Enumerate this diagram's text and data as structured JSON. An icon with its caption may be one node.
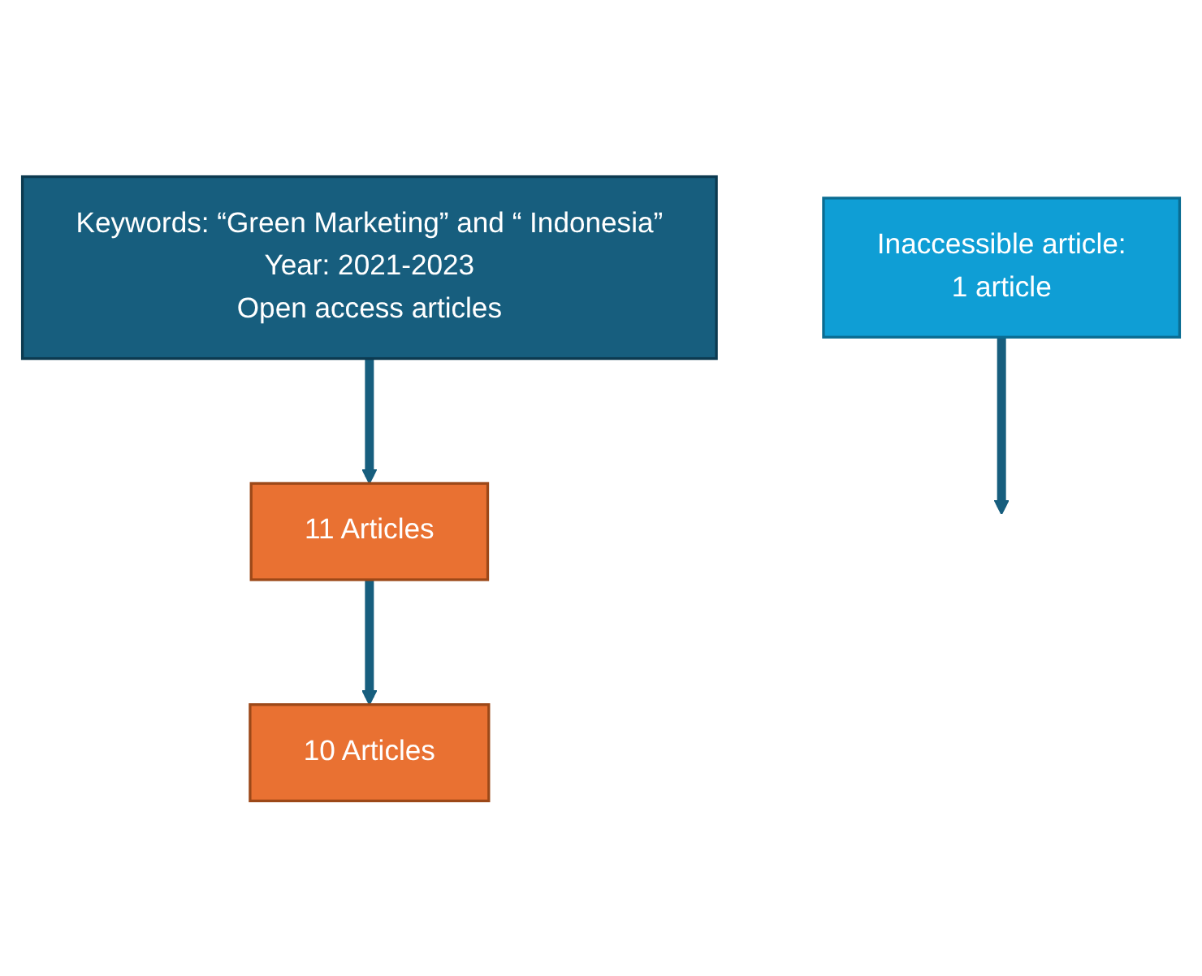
{
  "diagram": {
    "nodes": [
      {
        "text": [
          "Keywords: “Green Marketing” and “ Indonesia”",
          "Year: 2021-2023",
          "Open access articles"
        ]
      },
      {
        "text": [
          "11 Articles"
        ]
      },
      {
        "text": [
          "10 Articles"
        ]
      },
      {
        "text": [
          "Inaccessible article:",
          "1 article"
        ]
      }
    ],
    "edges": [
      {
        "from": 0,
        "to": 1,
        "arrow": "to"
      },
      {
        "from": 1,
        "to": 2,
        "arrow": "to"
      },
      {
        "from": 3,
        "to": null,
        "arrow": "to"
      }
    ]
  }
}
